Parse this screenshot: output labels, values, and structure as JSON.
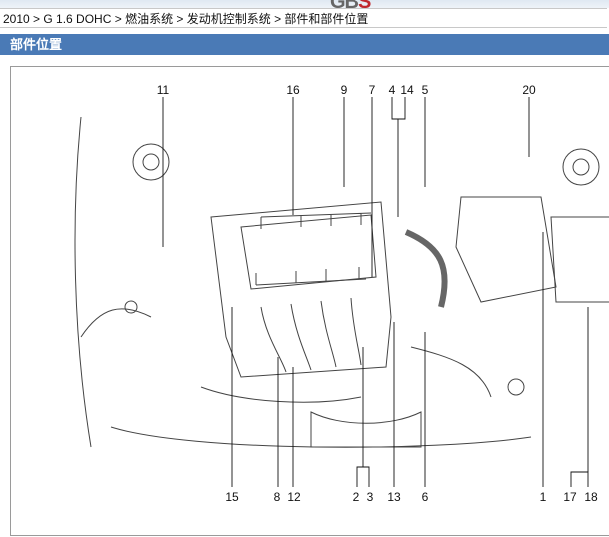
{
  "breadcrumb": "2010 > G 1.6 DOHC > 燃油系统 > 发动机控制系统 > 部件和部件位置",
  "section_title": "部件位置",
  "logo_text": "GB",
  "logo_accent": "S",
  "colors": {
    "title_bar": "#4a7ab6",
    "title_text": "#ffffff",
    "accent": "#c0282d"
  },
  "figure": {
    "top_labels": [
      "11",
      "16",
      "9",
      "7",
      "4",
      "14",
      "5",
      "20"
    ],
    "bottom_labels": [
      "15",
      "8",
      "12",
      "2",
      "3",
      "13",
      "6",
      "1",
      "17",
      "18"
    ]
  }
}
